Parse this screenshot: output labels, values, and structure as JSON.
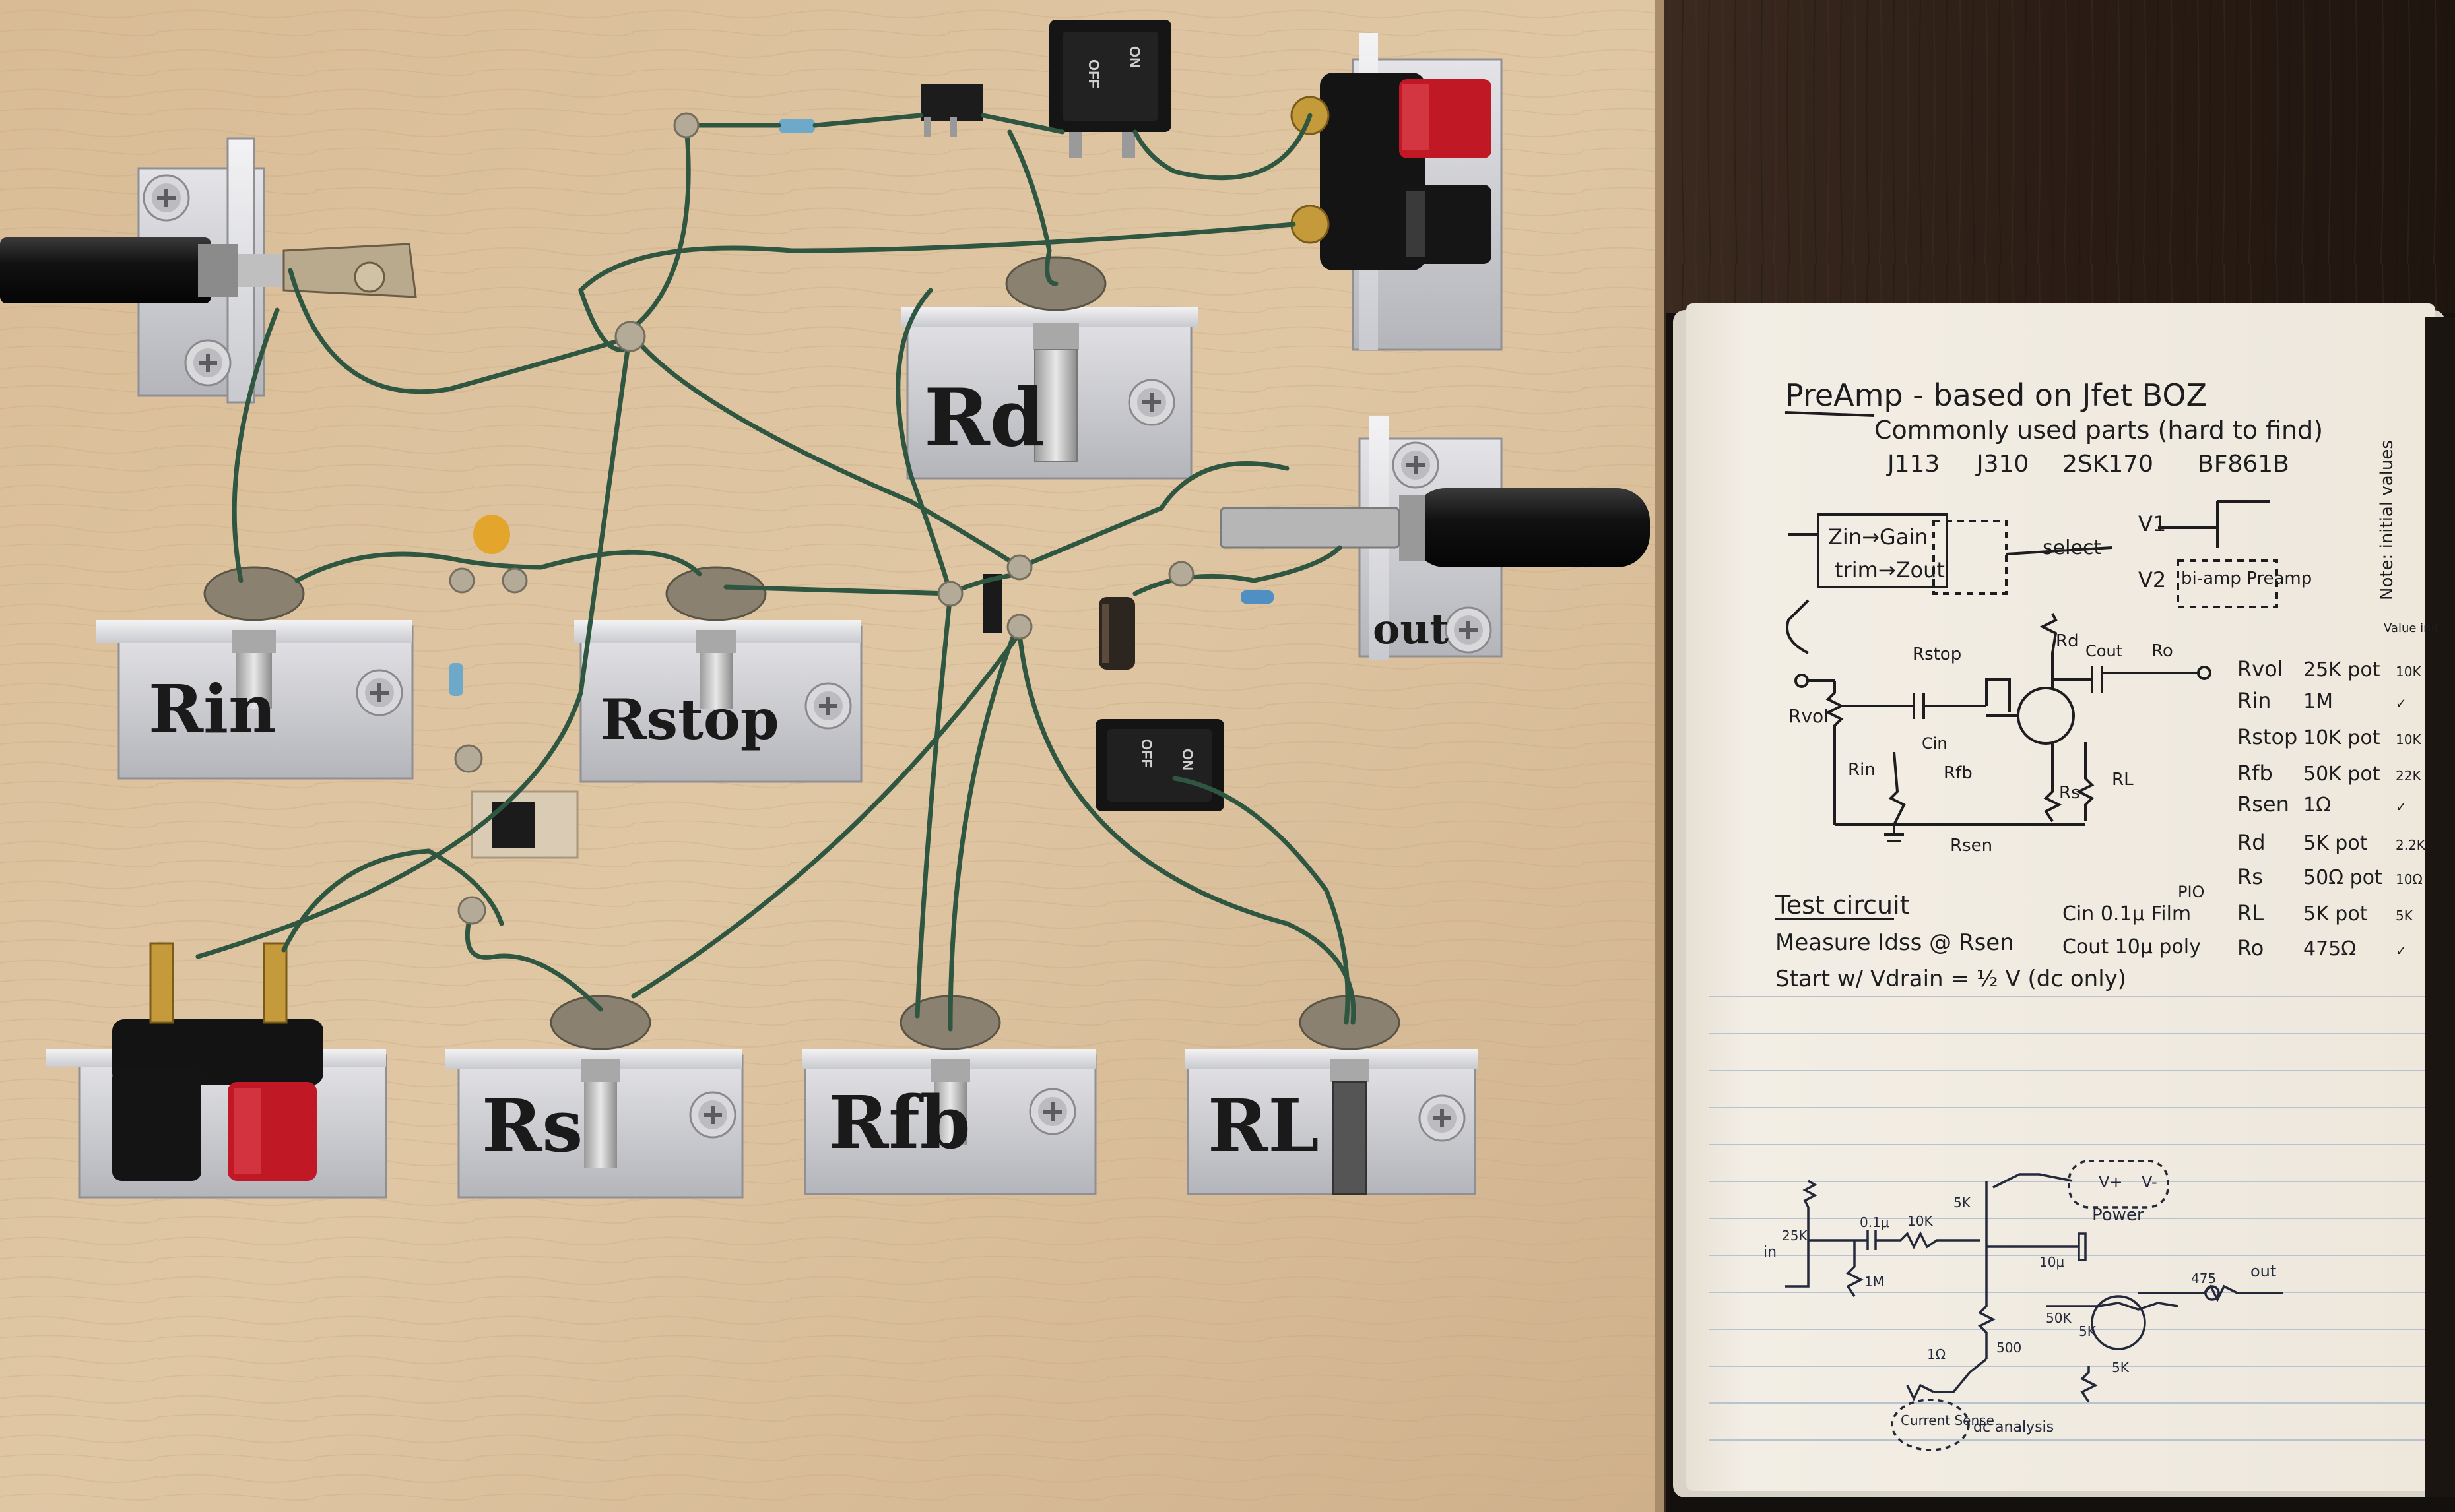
{
  "board": {
    "plates": {
      "rin": "Rin",
      "rstop": "Rstop",
      "rd": "Rd",
      "rs": "Rs",
      "rfb": "Rfb",
      "rl": "RL",
      "out": "out"
    },
    "switch_top": {
      "on": "ON",
      "off": "OFF"
    },
    "switch_mid": {
      "on": "ON",
      "off": "OFF"
    }
  },
  "notebook": {
    "title": "PreAmp - based on Jfet BOZ",
    "subtitle": "Commonly used parts (hard to find)",
    "parts": [
      "J113",
      "J310",
      "2SK170",
      "BF861B"
    ],
    "block": {
      "line1": "Zin→Gain",
      "line2": "trim→Zout",
      "select": "select",
      "v1": "V1",
      "v2": "V2",
      "biamp": "bi-amp Preamp"
    },
    "side_note": "Note: initial values",
    "value_header": "Value init",
    "schematic_labels": {
      "rvol": "Rvol",
      "rin": "Rin",
      "cin": "Cin",
      "rstop": "Rstop",
      "rfb": "Rfb",
      "rd": "Rd",
      "rs": "Rs",
      "rl": "RL",
      "cout": "Cout",
      "ro": "Ro",
      "rsen": "Rsen"
    },
    "components": [
      {
        "name": "Rvol",
        "value": "25K pot",
        "init": "10K"
      },
      {
        "name": "Rin",
        "value": "1M",
        "init": "✓"
      },
      {
        "name": "Rstop",
        "value": "10K pot",
        "init": "10K"
      },
      {
        "name": "Rfb",
        "value": "50K pot",
        "init": "22K"
      },
      {
        "name": "Rsen",
        "value": "1Ω",
        "init": "✓"
      },
      {
        "name": "Rd",
        "value": "5K pot",
        "init": "2.2K"
      },
      {
        "name": "Rs",
        "value": "50Ω pot",
        "init": "10Ω"
      },
      {
        "name": "RL",
        "value": "5K pot",
        "init": "5K"
      },
      {
        "name": "Ro",
        "value": "475Ω",
        "init": "✓"
      }
    ],
    "test_circuit": {
      "heading": "Test circuit",
      "measure": "Measure Idss @ Rsen",
      "start": "Start w/ Vdrain = ½ V (dc only)",
      "cin": "Cin  0.1μ Film",
      "pio": "PIO",
      "cout": "Cout  10μ poly"
    },
    "lower_schematic": {
      "in": "in",
      "r25k": "25K",
      "c01": "0.1μ",
      "r10k": "10K",
      "r1m": "1M",
      "r5k_top": "5K",
      "vplus": "V+",
      "vminus": "V-",
      "power": "Power",
      "c10": "10μ",
      "r475": "475",
      "out": "out",
      "r50k": "50K",
      "r5k_mid": "5K",
      "r500": "500",
      "r1ohm": "1Ω",
      "r5k_bot": "5K",
      "current_sense": "Current Sense",
      "dc_analysis": "dc analysis"
    }
  },
  "colors": {
    "board": "#dcc09c",
    "wire": "#2f5640",
    "aluminum": "#cfcfd3",
    "paper": "#f1ece2",
    "desk": "#33231a",
    "red_post": "#c01824",
    "black_post": "#151515"
  }
}
